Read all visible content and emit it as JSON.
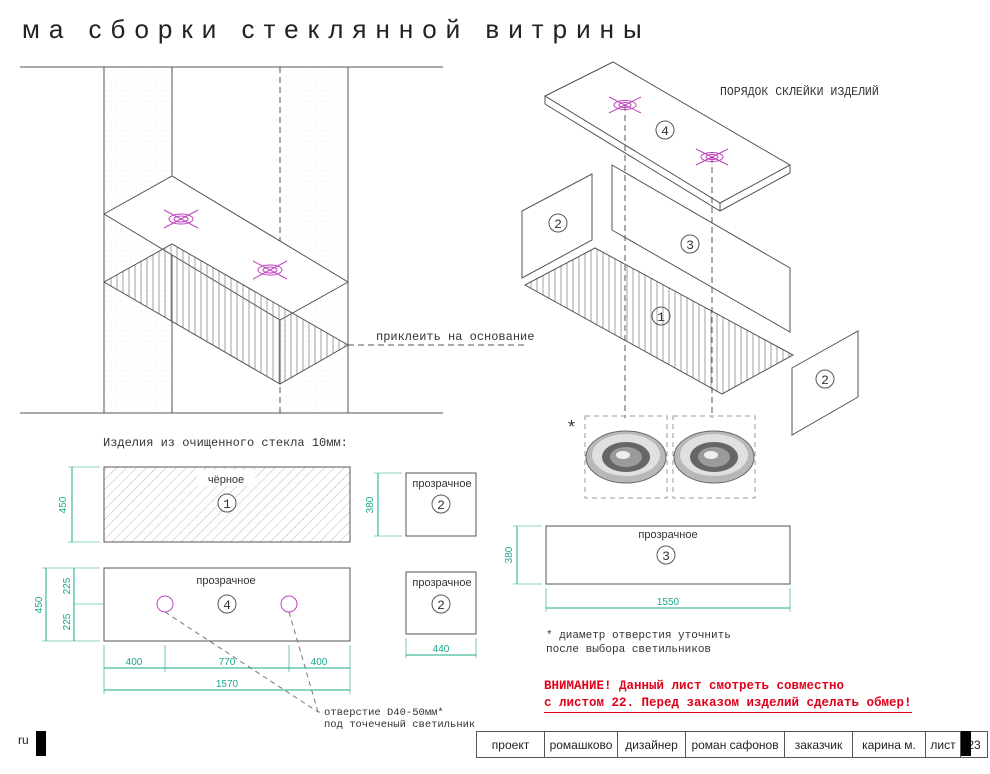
{
  "title": "ма сборки стеклянной витрины",
  "section_glue_order": "ПОРЯДОК СКЛЕЙКИ ИЗДЕЛИЙ",
  "glue_to_base": "приклеить на основание",
  "glass_caption": "Изделия из очищенного стекла 10мм:",
  "parts": {
    "p1": {
      "number": "1",
      "label": "чёрное",
      "height_dim": "450"
    },
    "p2a": {
      "number": "2",
      "label": "прозрачное",
      "height_dim": "380"
    },
    "p2b": {
      "number": "2",
      "label": "прозрачное",
      "width_dim": "440"
    },
    "p3": {
      "number": "3",
      "label": "прозрачное",
      "height_dim": "380",
      "width_dim": "1550"
    },
    "p4": {
      "number": "4",
      "label": "прозрачное",
      "height_dim": "450",
      "upper_dim": "225",
      "lower_dim": "225",
      "left_dim": "400",
      "mid_dim": "770",
      "right_dim": "400",
      "total_dim": "1570"
    }
  },
  "iso_labels": {
    "n4": "4",
    "n2_left": "2",
    "n3": "3",
    "n1": "1",
    "n2_right": "2"
  },
  "hole_note": {
    "line1": "отверстие D40-50мм*",
    "line2": "под точеченый светильник"
  },
  "asterisk": "*",
  "light_note": {
    "line1": "* диаметр отверстия уточнить",
    "line2": "после выбора светильников"
  },
  "warning": {
    "line1": "ВНИМАНИЕ! Данный лист смотреть совместно",
    "line2": "с листом 22. Перед заказом изделий сделать обмер!"
  },
  "footer": {
    "left_text": "ru",
    "cells": [
      "проект",
      "ромашково",
      "дизайнер",
      "роман сафонов",
      "заказчик",
      "карина м.",
      "лист",
      "23"
    ]
  },
  "colors": {
    "dimension": "#1aa88a",
    "hole_marker": "#c044c0",
    "warning": "#e0001a",
    "line": "#555555"
  }
}
